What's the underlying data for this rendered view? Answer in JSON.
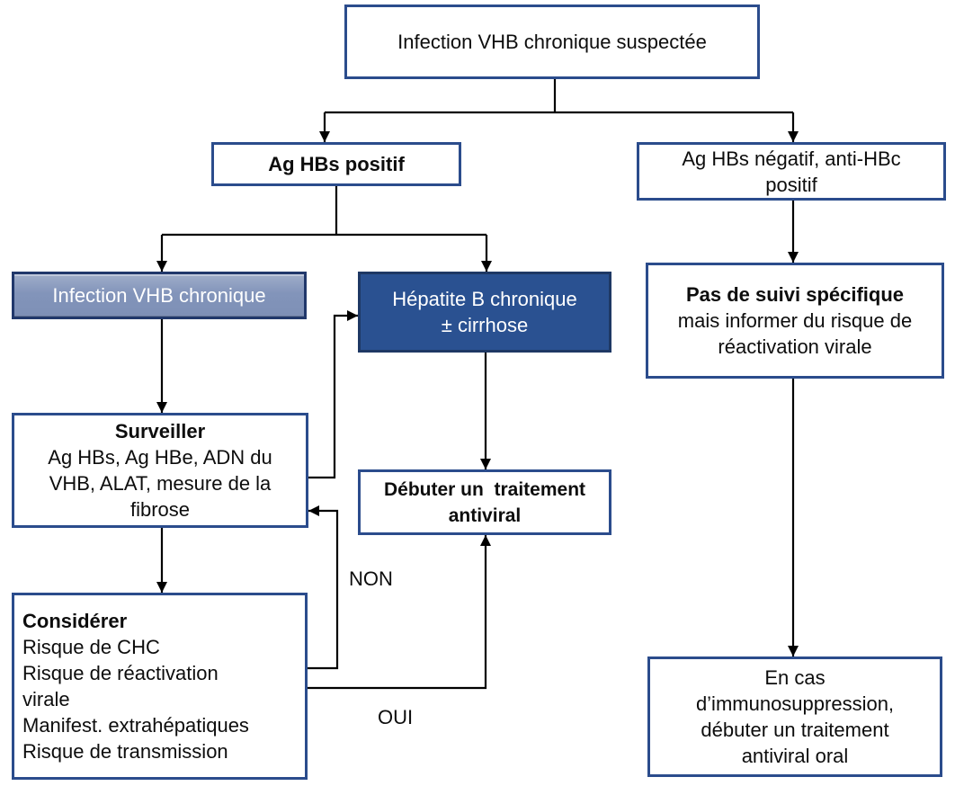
{
  "colors": {
    "box_border": "#2b4c8c",
    "dark_node_fill": "#2a5191",
    "dark_node_border": "#1e3864",
    "light_node_fill": "#8294ba",
    "arrow": "#000000",
    "text_dark": "#0d0d0d",
    "text_light": "#ffffff"
  },
  "nodes": {
    "suspected": {
      "text": "Infection VHB chronique suspectée"
    },
    "hbs_positive": {
      "text": "Ag HBs positif"
    },
    "hbs_negative": {
      "lines": [
        "Ag HBs négatif, anti-HBc",
        "positif"
      ]
    },
    "chronic_infection": {
      "text": "Infection VHB chronique"
    },
    "chronic_hepatitis": {
      "lines": [
        "Hépatite B chronique",
        "± cirrhose"
      ]
    },
    "monitor": {
      "title": "Surveiller",
      "lines": [
        "Ag HBs, Ag HBe, ADN du",
        "VHB, ALAT, mesure de la",
        "fibrose"
      ]
    },
    "consider": {
      "title": "Considérer",
      "lines": [
        "Risque de CHC",
        "Risque de réactivation",
        "virale",
        "Manifest. extrahépatiques",
        "Risque de transmission"
      ]
    },
    "treat": {
      "lines": [
        "Débuter un  traitement",
        "antiviral"
      ]
    },
    "no_followup": {
      "title": "Pas de suivi spécifique",
      "lines": [
        "mais informer du risque de",
        "réactivation virale"
      ]
    },
    "immunosuppression": {
      "lines": [
        "En cas",
        "d’immunosuppression,",
        "débuter un traitement",
        "antiviral oral"
      ]
    }
  },
  "edge_labels": {
    "non": "NON",
    "oui": "OUI"
  }
}
